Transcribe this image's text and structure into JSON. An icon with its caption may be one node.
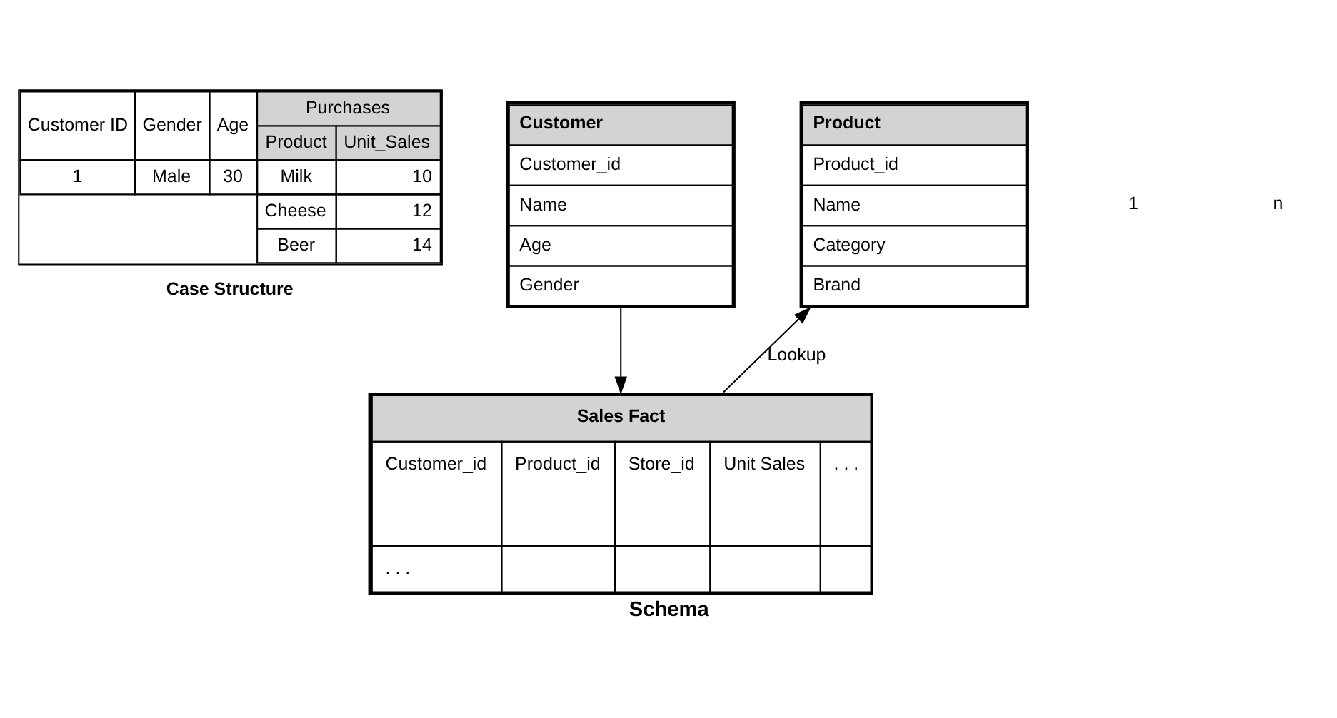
{
  "diagram": {
    "caption": "Schema",
    "nodes": [
      {
        "text": [
          "Customer ID",
          "Gender",
          "Age",
          "Purchases",
          "Product",
          "Unit_Sales",
          "1",
          "Male",
          "30",
          "Milk",
          "10",
          "Cheese",
          "12",
          "Beer",
          "14"
        ],
        "beside": [
          "Case Structure"
        ]
      },
      {
        "text": [
          "Customer",
          "Customer_id",
          "Name",
          "Age",
          "Gender"
        ]
      },
      {
        "text": [
          "Product",
          "Product_id",
          "Name",
          "Category",
          "Brand"
        ]
      },
      {
        "text": [
          "Sales Fact",
          "Customer_id",
          "Product_id",
          "Store_id",
          "Unit Sales",
          ". . .",
          ". . ."
        ]
      }
    ],
    "edges": [
      {
        "from": 1,
        "to": 3,
        "arrow": "to"
      },
      {
        "from": 3,
        "to": 2,
        "arrow": "to",
        "label": "Lookup"
      }
    ],
    "labels": [
      "1",
      "n"
    ]
  }
}
